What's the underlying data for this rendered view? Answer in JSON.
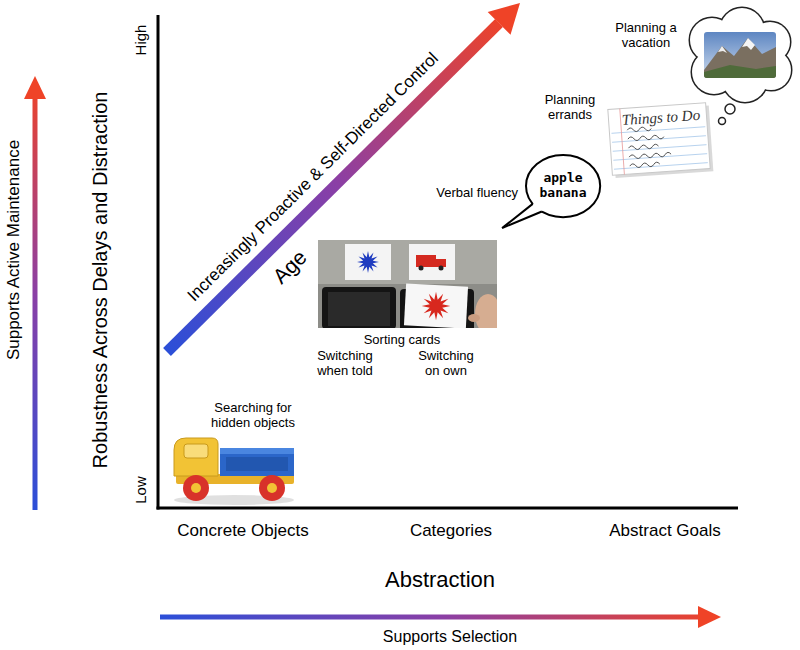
{
  "diagram": {
    "nodes": [
      {
        "text": [
          "apple banana"
        ]
      }
    ],
    "labels": [
      "Supports Active Maintenance",
      "Robustness Across Delays and Distraction",
      "High",
      "Low",
      "Increasingly Proactive & Self-Directed Control",
      "Age",
      "Planning a vacation",
      "Planning errands",
      "Things to Do",
      "Verbal fluency",
      "Sorting cards",
      "Switching when told",
      "Switching on own",
      "Searching for hidden objects",
      "Concrete Objects",
      "Categories",
      "Abstract Goals",
      "Abstraction",
      "Supports Selection"
    ]
  }
}
